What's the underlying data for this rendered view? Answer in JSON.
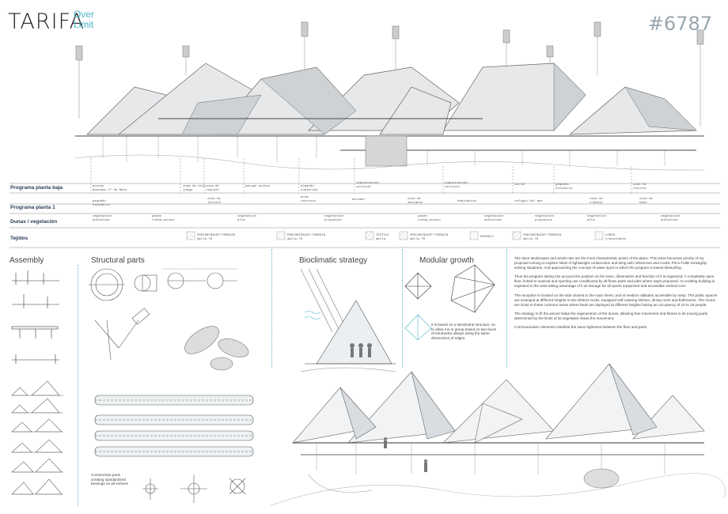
{
  "header": {
    "title": "TARIFA",
    "subtitle_line1": "Over",
    "subtitle_line2": "Limit",
    "project_number": "#6787"
  },
  "table": {
    "rows": [
      {
        "label": "Programa planta baja",
        "cells": [
          "acceso\nbancada 1ª de Mato",
          "zona de ocio\njuego",
          "zona de\nreunión",
          "parque acceso",
          "almacén\ncubiertas",
          "comunicación\nvertical",
          "comunicación\nvertical",
          "taller",
          "pequeño\nescenario",
          "zona de\nrecurso"
        ]
      },
      {
        "label": "Programa planta 1",
        "cells": [
          "pequeño\nescenario",
          "zona de\nlectura",
          "área\nrecursos",
          "mirador",
          "zona de\ndescanso",
          "habitación",
          "refugio del mar",
          "zona de\ntrabajo",
          "zona de\nbaño"
        ]
      },
      {
        "label": "Dunas / vegetación",
        "cells": [
          "vegetación\nautóctona",
          "paseo\nrenda_acceso",
          "vegetación\nalta",
          "vegetación\npropuesta",
          "paseo\nrenda_acceso",
          "vegetación\nautóctona",
          "vegetación\npropuesta",
          "vegetación\nalta",
          "vegetación\nautóctona"
        ]
      },
      {
        "label": "Tejidos",
        "cells": [
          "PRECONTRAINT+TERRAIN\nmalla 70",
          "PRECONTRAINT+TERRAIN\nmalla 70",
          "TEXTILE\nmalla",
          "PRECONTRAINT+TERRAIN\nmalla 70",
          "ENTRELS",
          "PRECONTRAINT+TERRAIN\nmalla 70",
          "LONOS\ntransitable"
        ]
      }
    ]
  },
  "sections": {
    "assembly": "Assembly",
    "structural": "Structural parts",
    "bioclimatic": "Bioclimatic strategy",
    "modular": "Modular growth"
  },
  "modular_caption": "It is based on a tetrahedral structure, so to allow me to group based on two faces of tetrahedra always using the same dimensions of edges.",
  "structural_caption": "Constructive parts creating standardized bearings on all vertices",
  "description": [
    "The dune landscapes and winds rate are the most characteristic points of the place. This issue becomes priority of my proposal coming to explore fields of lightweight construction and tiring with references and Cedric Price Fuller tensegrity solving situations. And approaching the concept of water sport in which the program is based kitesurfing.",
    "Thus the program taking into account the position on the town, dimensions and function of it is organized. A completely open floor, linked to nautical and sporting use conditioned by all flown parts and piles where sag's proposed. An existing building is exploited in the west taking advantage of it as storage for all sports equipment and accessible vertical core.",
    "The reception is located on the side closest to the main street, and at medium altitudes accessible by ramp. The public spaces are arranged at different heights in two distinct nuclei, equipped self-catering kitchen, dining room and bathrooms. The rooms are close to these common areas where beds are deployed at different heights having an occupancy of 10 to 15 people.",
    "The strategy to fit the pieces helps the regeneration of the dunes, allowing free movement and fitness in its moving parts determined by the limits of its vegetation slows the movement.",
    "Communication elements manifest the same lightness between the floor and parts."
  ]
}
